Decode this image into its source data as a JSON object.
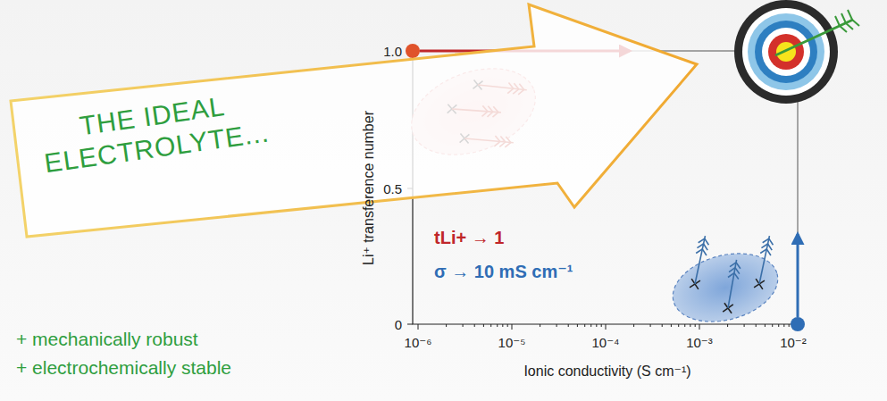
{
  "diagram": {
    "nodes": [
      {
        "text": [
          "THE IDEAL ELECTROLYTE..."
        ]
      }
    ],
    "labels": [
      "1.0",
      "0.5",
      "0",
      "Li⁺ transference number",
      "tLi+ → 1",
      "σ → 10 mS cm⁻¹",
      "+ mechanically robust",
      "+ electrochemically stable",
      "10⁻⁶",
      "10⁻⁵",
      "10⁻⁴",
      "10⁻³",
      "10⁻²",
      "Ionic conductivity (S cm⁻¹)"
    ]
  }
}
